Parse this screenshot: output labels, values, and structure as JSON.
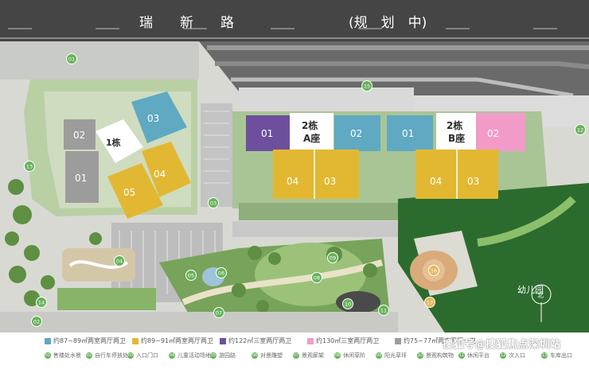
{
  "road": {
    "name": "瑞　　新　　路",
    "status": "(规　划　中)"
  },
  "buildings": {
    "b1": {
      "label": "1栋",
      "units": [
        "02",
        "01",
        "03",
        "04",
        "05"
      ]
    },
    "b2a": {
      "label_line1": "2栋",
      "label_line2": "A座",
      "units": [
        "01",
        "02",
        "04",
        "03"
      ]
    },
    "b2b": {
      "label_line1": "2栋",
      "label_line2": "B座",
      "units": [
        "01",
        "02",
        "04",
        "03"
      ]
    }
  },
  "markers": [
    "01",
    "02",
    "03",
    "04",
    "05",
    "06",
    "07",
    "08",
    "09",
    "10",
    "11",
    "12",
    "13",
    "14",
    "15",
    "16",
    "17"
  ],
  "kindergarten": {
    "label": "幼儿园"
  },
  "north": {
    "label": "北"
  },
  "legend": {
    "units": [
      {
        "text": "约87~89㎡两室两厅两卫",
        "color": "#5fa9c2"
      },
      {
        "text": "约89~91㎡两室两厅两卫",
        "color": "#e2b832"
      },
      {
        "text": "约122㎡三室两厅两卫",
        "color": "#6d4f9e"
      },
      {
        "text": "约130㎡三室两厅两卫",
        "color": "#f29bc9"
      },
      {
        "text": "约75~77㎡两室两厅一卫",
        "color": "#9c9c9c"
      }
    ],
    "facilities": [
      {
        "num": "01",
        "text": "售楼处水景"
      },
      {
        "num": "02",
        "text": "自行车停放处"
      },
      {
        "num": "03",
        "text": "入口门口"
      },
      {
        "num": "04",
        "text": "儿童活动场地"
      },
      {
        "num": "05",
        "text": "游园路"
      },
      {
        "num": "06",
        "text": "对景雕塑"
      },
      {
        "num": "07",
        "text": "景观廊架"
      },
      {
        "num": "08",
        "text": "休闲草阶"
      },
      {
        "num": "09",
        "text": "阳光草坪"
      },
      {
        "num": "10",
        "text": "景观构筑物"
      },
      {
        "num": "11",
        "text": "休闲平台"
      },
      {
        "num": "12",
        "text": "次入口"
      },
      {
        "num": "13",
        "text": "车库出口"
      }
    ]
  },
  "watermark": "搜狐号@搜狐焦点深圳站"
}
